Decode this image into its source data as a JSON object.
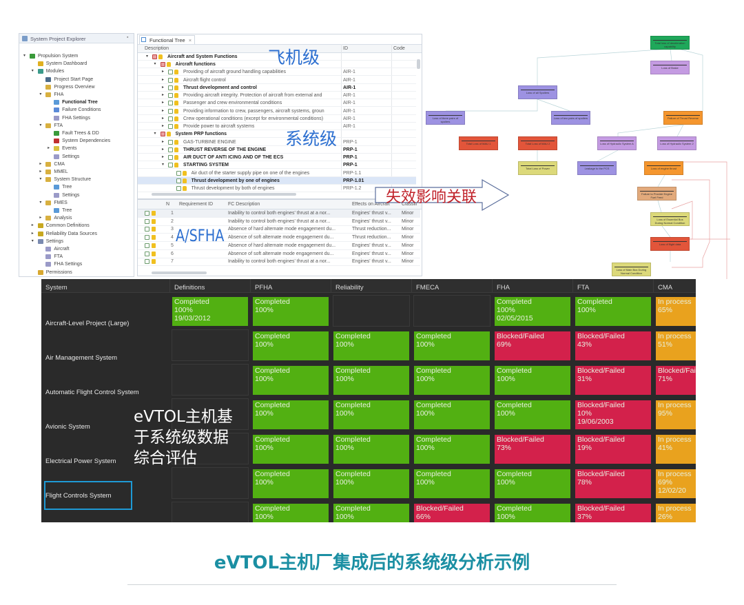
{
  "explorer": {
    "title": "System Project Explorer",
    "items": [
      {
        "level": 0,
        "arrow": "down",
        "icon": "project",
        "label": "Propulsion System"
      },
      {
        "level": 1,
        "arrow": "",
        "icon": "dashboard",
        "label": "System Dashboard"
      },
      {
        "level": 1,
        "arrow": "down",
        "icon": "modules",
        "label": "Modules"
      },
      {
        "level": 2,
        "arrow": "",
        "icon": "start-page",
        "label": "Project Start Page"
      },
      {
        "level": 2,
        "arrow": "",
        "icon": "progress",
        "label": "Progress Overview"
      },
      {
        "level": 2,
        "arrow": "down",
        "icon": "module",
        "label": "FHA"
      },
      {
        "level": 3,
        "arrow": "",
        "icon": "tree",
        "label": "Functional Tree",
        "bold": true
      },
      {
        "level": 3,
        "arrow": "",
        "icon": "table",
        "label": "Failure Conditions"
      },
      {
        "level": 3,
        "arrow": "",
        "icon": "settings",
        "label": "FHA Settings"
      },
      {
        "level": 2,
        "arrow": "down",
        "icon": "module",
        "label": "FTA"
      },
      {
        "level": 3,
        "arrow": "",
        "icon": "fault-tree",
        "label": "Fault Trees & DD"
      },
      {
        "level": 3,
        "arrow": "",
        "icon": "dependencies",
        "label": "System Dependencies"
      },
      {
        "level": 3,
        "arrow": "right",
        "icon": "events",
        "label": "Events"
      },
      {
        "level": 3,
        "arrow": "",
        "icon": "settings",
        "label": "Settings"
      },
      {
        "level": 2,
        "arrow": "right",
        "icon": "module",
        "label": "CMA"
      },
      {
        "level": 2,
        "arrow": "right",
        "icon": "module",
        "label": "MMEL"
      },
      {
        "level": 2,
        "arrow": "down",
        "icon": "module",
        "label": "System Structure"
      },
      {
        "level": 3,
        "arrow": "",
        "icon": "tree",
        "label": "Tree"
      },
      {
        "level": 3,
        "arrow": "",
        "icon": "settings",
        "label": "Settings"
      },
      {
        "level": 2,
        "arrow": "down",
        "icon": "module",
        "label": "FMES"
      },
      {
        "level": 3,
        "arrow": "",
        "icon": "tree",
        "label": "Tree"
      },
      {
        "level": 2,
        "arrow": "right",
        "icon": "module",
        "label": "Analysis"
      },
      {
        "level": 1,
        "arrow": "right",
        "icon": "definitions",
        "label": "Common Definitions"
      },
      {
        "level": 1,
        "arrow": "right",
        "icon": "definitions",
        "label": "Reliability Data Sources"
      },
      {
        "level": 1,
        "arrow": "down",
        "icon": "tools",
        "label": "Settings"
      },
      {
        "level": 2,
        "arrow": "",
        "icon": "settings",
        "label": "Aircraft"
      },
      {
        "level": 2,
        "arrow": "",
        "icon": "settings",
        "label": "FTA"
      },
      {
        "level": 2,
        "arrow": "",
        "icon": "settings",
        "label": "FHA Settings"
      },
      {
        "level": 1,
        "arrow": "",
        "icon": "key",
        "label": "Permissions"
      }
    ]
  },
  "functional_tree": {
    "tab_label": "Functional Tree",
    "columns": {
      "description": "Description",
      "id": "ID",
      "code": "Code"
    },
    "rows": [
      {
        "level": 0,
        "arrow": "down",
        "icon": "folder",
        "desc": "Aircraft and System Functions",
        "id": "",
        "bold": true
      },
      {
        "level": 1,
        "arrow": "down",
        "icon": "folder",
        "desc": "Aircraft functions",
        "id": "",
        "bold": true
      },
      {
        "level": 2,
        "arrow": "right",
        "icon": "check",
        "desc": "Providing of aircraft ground handling capabilities",
        "id": "AIR-1"
      },
      {
        "level": 2,
        "arrow": "right",
        "icon": "check",
        "desc": "Aircraft flight control",
        "id": "AIR-1"
      },
      {
        "level": 2,
        "arrow": "right",
        "icon": "check",
        "desc": "Thrust development and control",
        "id": "AIR-1",
        "bold": true
      },
      {
        "level": 2,
        "arrow": "right",
        "icon": "check",
        "desc": "Providing aircraft integrity. Protection of aircraft from external and",
        "id": "AIR-1"
      },
      {
        "level": 2,
        "arrow": "right",
        "icon": "check",
        "desc": "Passenger and crew environmental conditions",
        "id": "AIR-1"
      },
      {
        "level": 2,
        "arrow": "right",
        "icon": "check",
        "desc": "Providing information to crew, passengers, aircraft systems, groun",
        "id": "AIR-1"
      },
      {
        "level": 2,
        "arrow": "right",
        "icon": "check",
        "desc": "Crew operational conditions (except for environmental conditions)",
        "id": "AIR-1"
      },
      {
        "level": 2,
        "arrow": "right",
        "icon": "check",
        "desc": "Provide power to aircraft systems",
        "id": "AIR-1"
      },
      {
        "level": 1,
        "arrow": "down",
        "icon": "folder",
        "desc": "System PRP functions",
        "id": "",
        "bold": true
      },
      {
        "level": 2,
        "arrow": "right",
        "icon": "check",
        "desc": "GAS-TURBINE ENGINE",
        "id": "PRP-1"
      },
      {
        "level": 2,
        "arrow": "right",
        "icon": "check",
        "desc": "THRUST REVERSE OF THE ENGINE",
        "id": "PRP-1",
        "bold": true
      },
      {
        "level": 2,
        "arrow": "right",
        "icon": "check",
        "desc": "AIR DUCT OF ANTI ICING AND OF THE ECS",
        "id": "PRP-1",
        "bold": true
      },
      {
        "level": 2,
        "arrow": "down",
        "icon": "check",
        "desc": "STARTING SYSTEM",
        "id": "PRP-1",
        "bold": true
      },
      {
        "level": 3,
        "arrow": "",
        "icon": "check",
        "desc": "Air duct of the starter supply pipe on one of the engines",
        "id": "PRP-1.1"
      },
      {
        "level": 3,
        "arrow": "",
        "icon": "check",
        "desc": "Thrust development by one of engines",
        "id": "PRP-1.01",
        "bold": true,
        "selected": true
      },
      {
        "level": 3,
        "arrow": "",
        "icon": "check",
        "desc": "Thrust development by both of engines",
        "id": "PRP-1.2"
      }
    ]
  },
  "fc_table": {
    "columns": {
      "n": "N",
      "req": "Requirement ID",
      "desc": "FC Description",
      "effects": "Effects on Aircraft",
      "cls": "Classification"
    },
    "rows": [
      {
        "n": "1",
        "req": "",
        "desc": "Inability to control both engines' thrust at a nor...",
        "effects": "Engines' thrust v...",
        "cls": "Minor"
      },
      {
        "n": "2",
        "req": "",
        "desc": "Inability to control both engines' thrust at a nor...",
        "effects": "Engines' thrust v...",
        "cls": "Minor"
      },
      {
        "n": "3",
        "req": "",
        "desc": "Absence of hard alternate mode engagement du...",
        "effects": "Thrust reduction...",
        "cls": "Minor"
      },
      {
        "n": "4",
        "req": "",
        "desc": "Absence of soft alternate mode engagement du...",
        "effects": "Thrust reduction...",
        "cls": "Minor"
      },
      {
        "n": "5",
        "req": "",
        "desc": "Absence of hard alternate mode engagement du...",
        "effects": "Engines' thrust v...",
        "cls": "Minor"
      },
      {
        "n": "6",
        "req": "",
        "desc": "Absence of soft alternate mode engagement du...",
        "effects": "Engines' thrust v...",
        "cls": "Minor"
      },
      {
        "n": "7",
        "req": "",
        "desc": "Inability to control both engines' thrust at a nor...",
        "effects": "Engines' thrust v...",
        "cls": "Minor"
      }
    ]
  },
  "diagram": {
    "nodes": [
      {
        "label": "Total loss of deceleration capability",
        "color": "#1fa85a"
      },
      {
        "label": "Loss of Brake",
        "color": "#c49be2"
      },
      {
        "label": "Loss of all Spoilers",
        "color": "#9d92e2"
      },
      {
        "label": "Loss of three pairs of spoilers",
        "color": "#9d92e2"
      },
      {
        "label": "Loss of two pairs of spoilers",
        "color": "#9d92e2"
      },
      {
        "label": "Failure of Thrust Reverse",
        "color": "#f5962e"
      },
      {
        "label": "Total Loss of MAU 1",
        "color": "#e2553a"
      },
      {
        "label": "Total Loss of MAU 2",
        "color": "#e2553a"
      },
      {
        "label": "Loss of Hydraulic System A",
        "color": "#c49be2"
      },
      {
        "label": "Loss of Hydraulic System 2",
        "color": "#c49be2"
      },
      {
        "label": "Total Loss of Power",
        "color": "#dcd97a"
      },
      {
        "label": "Leakage to the PCS",
        "color": "#9d92e2"
      },
      {
        "label": "Loss of engine thrust",
        "color": "#f5962e"
      },
      {
        "label": "Failure to Provide Engine Fuel Feed",
        "color": "#e2aa7c"
      },
      {
        "label": "Loss of Essential Bus During Normal Condition",
        "color": "#dcd97a"
      },
      {
        "label": "Loss of flight data",
        "color": "#e2553a"
      },
      {
        "label": "Loss of Main Bus During Normal Condition",
        "color": "#dcd97a"
      }
    ]
  },
  "annotations": {
    "aircraft_level": "飞机级",
    "system_level": "系统级",
    "asfha": "A/SFHA",
    "failure_effect_link": "失效影响关联",
    "evtol_note": [
      "eVTOL主机基",
      "于系统级数据",
      "综合评估"
    ]
  },
  "dashboard": {
    "columns": [
      "System",
      "Definitions",
      "PFHA",
      "Reliability",
      "FMECA",
      "FHA",
      "FTA",
      "CMA"
    ],
    "status_colors": {
      "completed": "#52b012",
      "blocked": "#d3214b",
      "inprocess": "#e9a21e"
    },
    "rows": [
      {
        "system": "Aircraft-Level Project (Large)",
        "cells": [
          {
            "s": "completed",
            "t": "Completed",
            "p": "100%",
            "d": "19/03/2012"
          },
          {
            "s": "completed",
            "t": "Completed",
            "p": "100%"
          },
          null,
          null,
          {
            "s": "completed",
            "t": "Completed",
            "p": "100%",
            "d": "02/05/2015"
          },
          {
            "s": "completed",
            "t": "Completed",
            "p": "100%"
          },
          {
            "s": "inprocess",
            "t": "In process",
            "p": "65%"
          }
        ]
      },
      {
        "system": "Air Management System",
        "cells": [
          null,
          {
            "s": "completed",
            "t": "Completed",
            "p": "100%"
          },
          {
            "s": "completed",
            "t": "Completed",
            "p": "100%"
          },
          {
            "s": "completed",
            "t": "Completed",
            "p": "100%"
          },
          {
            "s": "blocked",
            "t": "Blocked/Failed",
            "p": "69%"
          },
          {
            "s": "blocked",
            "t": "Blocked/Failed",
            "p": "43%"
          },
          {
            "s": "inprocess",
            "t": "In process",
            "p": "51%"
          }
        ]
      },
      {
        "system": "Automatic Flight Control System",
        "cells": [
          null,
          {
            "s": "completed",
            "t": "Completed",
            "p": "100%"
          },
          {
            "s": "completed",
            "t": "Completed",
            "p": "100%"
          },
          {
            "s": "completed",
            "t": "Completed",
            "p": "100%"
          },
          {
            "s": "completed",
            "t": "Completed",
            "p": "100%"
          },
          {
            "s": "blocked",
            "t": "Blocked/Failed",
            "p": "31%"
          },
          {
            "s": "blocked",
            "t": "Blocked/Failed",
            "p": "71%"
          }
        ]
      },
      {
        "system": "Avionic System",
        "cells": [
          null,
          {
            "s": "completed",
            "t": "Completed",
            "p": "100%"
          },
          {
            "s": "completed",
            "t": "Completed",
            "p": "100%"
          },
          {
            "s": "completed",
            "t": "Completed",
            "p": "100%"
          },
          {
            "s": "completed",
            "t": "Completed",
            "p": "100%"
          },
          {
            "s": "blocked",
            "t": "Blocked/Failed",
            "p": "10%",
            "d": "19/06/2003"
          },
          {
            "s": "inprocess",
            "t": "In process",
            "p": "95%"
          }
        ]
      },
      {
        "system": "Electrical Power System",
        "cells": [
          null,
          {
            "s": "completed",
            "t": "Completed",
            "p": "100%"
          },
          {
            "s": "completed",
            "t": "Completed",
            "p": "100%"
          },
          {
            "s": "completed",
            "t": "Completed",
            "p": "100%"
          },
          {
            "s": "blocked",
            "t": "Blocked/Failed",
            "p": "73%"
          },
          {
            "s": "blocked",
            "t": "Blocked/Failed",
            "p": "19%"
          },
          {
            "s": "inprocess",
            "t": "In process",
            "p": "41%"
          }
        ]
      },
      {
        "system": "Flight Controls System",
        "selected": true,
        "cells": [
          null,
          {
            "s": "completed",
            "t": "Completed",
            "p": "100%"
          },
          {
            "s": "completed",
            "t": "Completed",
            "p": "100%"
          },
          {
            "s": "completed",
            "t": "Completed",
            "p": "100%"
          },
          {
            "s": "completed",
            "t": "Completed",
            "p": "100%"
          },
          {
            "s": "blocked",
            "t": "Blocked/Failed",
            "p": "78%"
          },
          {
            "s": "inprocess",
            "t": "In process",
            "p": "69%",
            "d": "12/02/20"
          }
        ]
      },
      {
        "system": "",
        "cells": [
          null,
          {
            "s": "completed",
            "t": "Completed",
            "p": "100%"
          },
          {
            "s": "completed",
            "t": "Completed",
            "p": "100%"
          },
          {
            "s": "blocked",
            "t": "Blocked/Failed",
            "p": "66%"
          },
          {
            "s": "completed",
            "t": "Completed",
            "p": "100%"
          },
          {
            "s": "blocked",
            "t": "Blocked/Failed",
            "p": "37%"
          },
          {
            "s": "inprocess",
            "t": "In process",
            "p": "26%"
          }
        ]
      }
    ]
  },
  "caption": "eVTOL主机厂集成后的系统级分析示例"
}
